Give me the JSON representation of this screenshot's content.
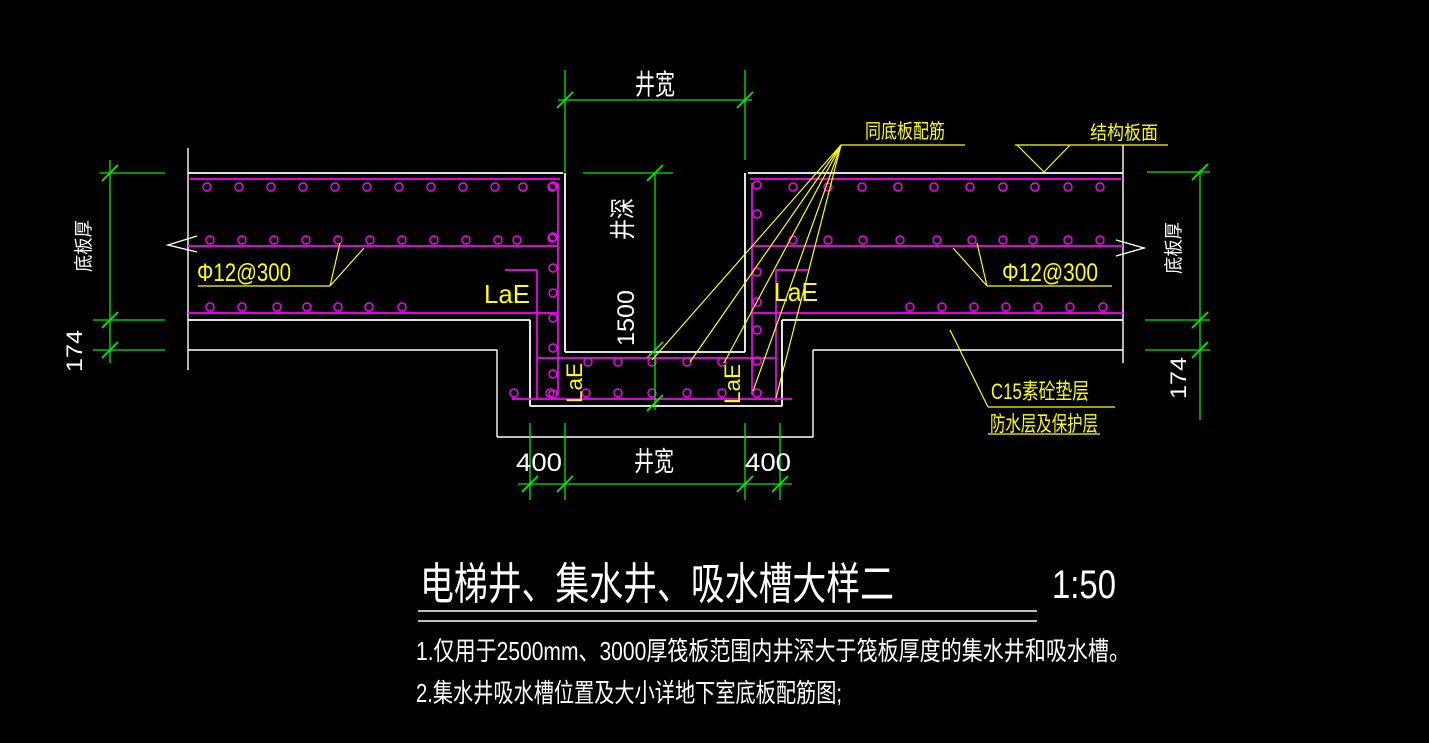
{
  "colors": {
    "background": "#000000",
    "outline": "#ffffff",
    "rebar": "#ff00ff",
    "dimension": "#00ee00",
    "annotation": "#ffff00"
  },
  "dimensions": {
    "well_width_top": "井宽",
    "well_depth": "井深",
    "depth_value": "1500",
    "slab_thickness_left": "底板厚",
    "slab_thickness_right": "底板厚",
    "cushion_left": "174",
    "cushion_right": "174",
    "edge_left": "400",
    "well_width_bottom": "井宽",
    "edge_right": "400"
  },
  "annotations": {
    "same_as_slab_rebar": "同底板配筋",
    "structural_surface": "结构板面",
    "rebar_left": "Φ12@300",
    "rebar_right": "Φ12@300",
    "lae_slab_left": "LaE",
    "lae_slab_right": "LaE",
    "lae_wall_left": "LaE",
    "lae_wall_right": "LaE",
    "cushion_layer": "C15素砼垫层",
    "waterproof_layer": "防水层及保护层"
  },
  "title_block": {
    "title": "电梯井、集水井、吸水槽大样二",
    "scale": "1:50"
  },
  "notes": [
    "1.仅用于2500mm、3000厚筏板范围内井深大于筏板厚度的集水井和吸水槽。",
    "2.集水井吸水槽位置及大小详地下室底板配筋图;"
  ]
}
